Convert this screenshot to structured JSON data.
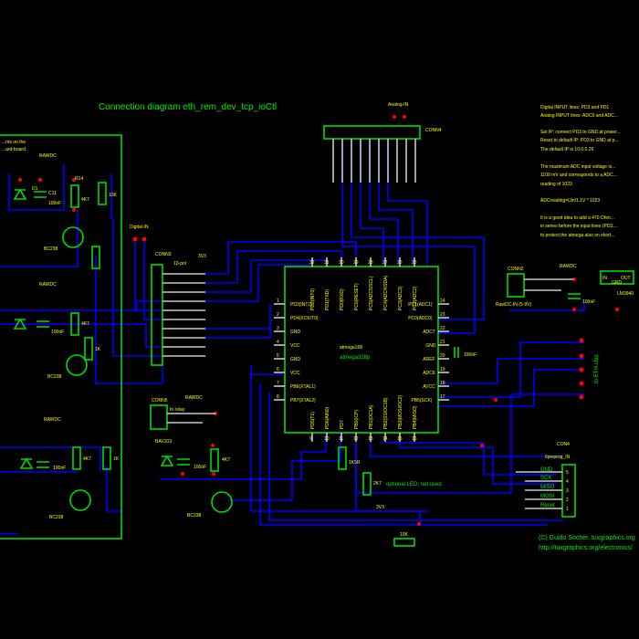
{
  "title": "Connection diagram eth_rem_dev_tcp_ioCtl",
  "notes": [
    "Digital INPUT lines: PD3 and PD1",
    "Analog INPUT lines: ADC0 and ADC...",
    "Set IP: connect PD3 to GND at power...",
    "Reset to default IP: PD3 to GND at p...",
    "The default IP is 10.0.0.29",
    "The maximum ADC input voltage is...",
    "1100 mV and corresponds to a ADC...",
    "reading of 1023",
    "ADCreading=Uin/1.1V * 1023",
    "It is a good idea to add a 470 Ohm...",
    "in series before the input lines (PD3,...",
    "to protect the atmega also on short..."
  ],
  "left_box_note": [
    "...nts on the",
    "...ard-board."
  ],
  "chip": {
    "name1": "atmega168",
    "name2": "atmega328p",
    "left_pins": [
      {
        "num": "1",
        "label": "PD3(INT1)"
      },
      {
        "num": "2",
        "label": "PD4(XCK/T0)"
      },
      {
        "num": "3",
        "label": "GND"
      },
      {
        "num": "4",
        "label": "VCC"
      },
      {
        "num": "5",
        "label": "GND"
      },
      {
        "num": "6",
        "label": "VCC"
      },
      {
        "num": "7",
        "label": "PB6(XTAL1)"
      },
      {
        "num": "8",
        "label": "PB7(XTAL2)"
      }
    ],
    "right_pins": [
      {
        "num": "24",
        "label": "PC1(ADC1)"
      },
      {
        "num": "23",
        "label": "PC0(ADC0)"
      },
      {
        "num": "22",
        "label": "ADC7"
      },
      {
        "num": "21",
        "label": "GND"
      },
      {
        "num": "20",
        "label": "AREF"
      },
      {
        "num": "19",
        "label": "ADC6"
      },
      {
        "num": "18",
        "label": "AVCC"
      },
      {
        "num": "17",
        "label": "PB5(SCK)"
      }
    ],
    "top_pins": [
      {
        "num": "32",
        "label": "PD2(INT0)"
      },
      {
        "num": "31",
        "label": "PD1(TXD)"
      },
      {
        "num": "30",
        "label": "PD0(RXD)"
      },
      {
        "num": "29",
        "label": "PC6(RESET)"
      },
      {
        "num": "28",
        "label": "PC5(ADC5/SCL)"
      },
      {
        "num": "27",
        "label": "PC4(ADC4/SDA)"
      },
      {
        "num": "26",
        "label": "PC3(ADC3)"
      },
      {
        "num": "25",
        "label": "PC2(ADC2)"
      }
    ],
    "bottom_pins": [
      {
        "num": "9",
        "label": "PD5(T1)"
      },
      {
        "num": "10",
        "label": "PD6(AIN0)"
      },
      {
        "num": "11",
        "label": "PD7"
      },
      {
        "num": "12",
        "label": "PB0(ICP)"
      },
      {
        "num": "13",
        "label": "PB1(OC1A)"
      },
      {
        "num": "14",
        "label": "PB2(SS/OC1B)"
      },
      {
        "num": "15",
        "label": "PB3(MOSI/OC2)"
      },
      {
        "num": "16",
        "label": "PB4(MISO)"
      }
    ]
  },
  "labels": {
    "analog_in": "Analog-IN",
    "conn4_top": "CONN4",
    "digital_in": "Digital-IN",
    "conn3": "CONN3",
    "conn3_sub": "10-pol",
    "v33": "3V3",
    "conn2": "CONN2",
    "conn2_sub": "RawDC-IN (5-9V)",
    "rawdc": "RAWDC",
    "cap100": "100nF",
    "regulator_in": "IN",
    "regulator_out": "OUT",
    "regulator_gnd": "GND",
    "regulator_part": "LM3940",
    "to_eth": "to ETH-chip",
    "conn_prog": "CON4",
    "prog_sub": "6pinprog_IN",
    "prog_pins": [
      "GND",
      "SCK",
      "MISO",
      "MOSI",
      "Reset"
    ],
    "prog_nums": [
      "5",
      "4",
      "3",
      "2",
      "1"
    ],
    "copyright1": "(C) Guido Socher, tuxgraphics.org",
    "copyright2": "http://tuxgraphics.org/electronics/",
    "conn_relay": "CONN5",
    "to_relay": "to relay",
    "bav": "BAV103",
    "bc": "BC238",
    "r4k7": "4K7",
    "r1k": "1K",
    "r10k": "10K",
    "d1": "D1",
    "c11": "C11",
    "r14": "R14",
    "led_note": "optional LED, not used",
    "r_led": "2K7",
    "r_1k5": "1K5R",
    "cap_aref": "100nF"
  }
}
